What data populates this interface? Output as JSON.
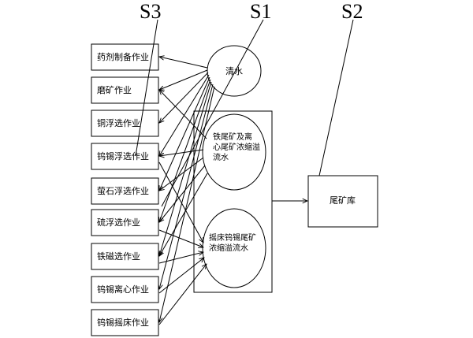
{
  "source_labels": {
    "s1": "S1",
    "s2": "S2",
    "s3": "S3"
  },
  "process_boxes": [
    "药剂制备作业",
    "磨矿作业",
    "铜浮选作业",
    "钨锡浮选作业",
    "萤石浮选作业",
    "硫浮选作业",
    "铁磁选作业",
    "钨锡离心作业",
    "钨锡摇床作业"
  ],
  "water_sources": {
    "clean_water": "清水",
    "iron_tailings_overflow": [
      "铁尾矿及离",
      "心尾矿浓缩溢",
      "流水"
    ],
    "shaker_tailings_overflow": [
      "摇床钨锡尾矿",
      "浓缩溢流水"
    ]
  },
  "tailings_pond": "尾矿库"
}
